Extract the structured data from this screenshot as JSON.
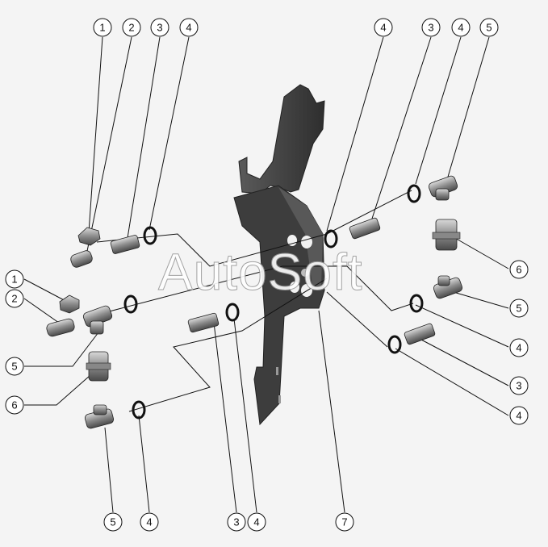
{
  "watermark": "AutoSoft",
  "callouts": [
    {
      "id": "1a",
      "label": "1"
    },
    {
      "id": "2a",
      "label": "2"
    },
    {
      "id": "3a",
      "label": "3"
    },
    {
      "id": "4a",
      "label": "4"
    },
    {
      "id": "4b",
      "label": "4"
    },
    {
      "id": "3b",
      "label": "3"
    },
    {
      "id": "4c",
      "label": "4"
    },
    {
      "id": "5a",
      "label": "5"
    },
    {
      "id": "6a",
      "label": "6"
    },
    {
      "id": "5b",
      "label": "5"
    },
    {
      "id": "4d",
      "label": "4"
    },
    {
      "id": "3c",
      "label": "3"
    },
    {
      "id": "4e",
      "label": "4"
    },
    {
      "id": "1b",
      "label": "1"
    },
    {
      "id": "2b",
      "label": "2"
    },
    {
      "id": "5c",
      "label": "5"
    },
    {
      "id": "6b",
      "label": "6"
    },
    {
      "id": "5d",
      "label": "5"
    },
    {
      "id": "4f",
      "label": "4"
    },
    {
      "id": "3d",
      "label": "3"
    },
    {
      "id": "4g",
      "label": "4"
    },
    {
      "id": "7a",
      "label": "7"
    }
  ],
  "colors": {
    "part_dark": "#3a3a3a",
    "part_mid": "#6b6b6b",
    "part_light": "#b8b8b8",
    "line": "#111111",
    "background": "#f4f4f4"
  }
}
